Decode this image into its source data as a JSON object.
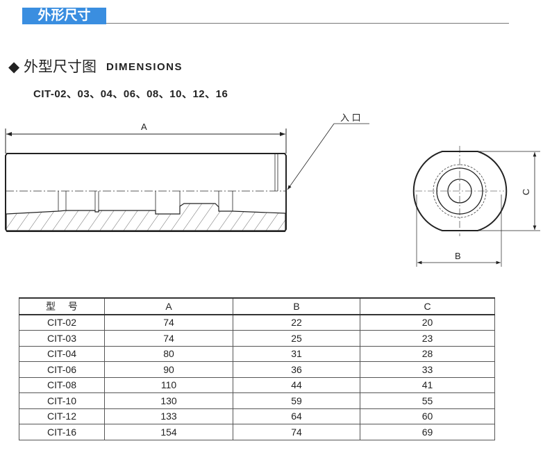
{
  "header": {
    "title": "外形尺寸"
  },
  "section": {
    "title_cn": "外型尺寸图",
    "title_en": "DIMENSIONS"
  },
  "models_line": "CIT-02、03、04、06、08、10、12、16",
  "drawing": {
    "label_a": "A",
    "label_b": "B",
    "label_c": "C",
    "inlet": "入 口"
  },
  "table": {
    "headers": [
      "型　 号",
      "A",
      "B",
      "C"
    ],
    "rows": [
      [
        "CIT-02",
        "74",
        "22",
        "20"
      ],
      [
        "CIT-03",
        "74",
        "25",
        "23"
      ],
      [
        "CIT-04",
        "80",
        "31",
        "28"
      ],
      [
        "CIT-06",
        "90",
        "36",
        "33"
      ],
      [
        "CIT-08",
        "110",
        "44",
        "41"
      ],
      [
        "CIT-10",
        "130",
        "59",
        "55"
      ],
      [
        "CIT-12",
        "133",
        "64",
        "60"
      ],
      [
        "CIT-16",
        "154",
        "74",
        "69"
      ]
    ]
  }
}
